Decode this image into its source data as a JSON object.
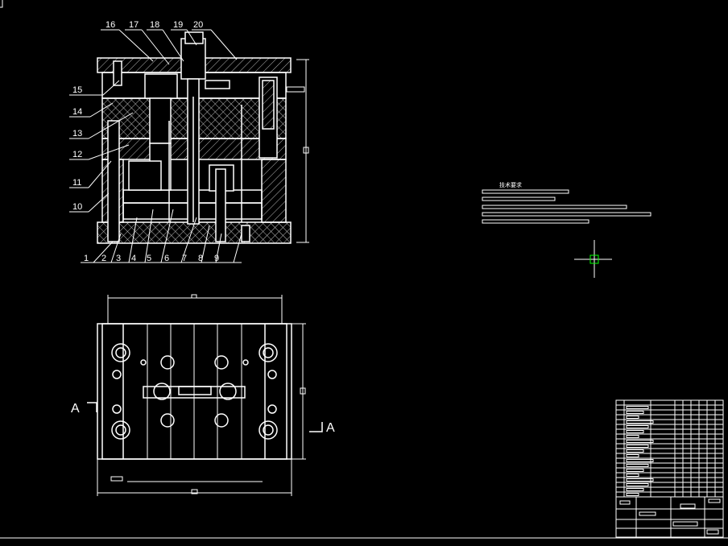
{
  "drawing": {
    "part_numbers_left": [
      "15",
      "14",
      "13",
      "12",
      "11",
      "10"
    ],
    "part_numbers_top": [
      "16",
      "17",
      "18",
      "19",
      "20"
    ],
    "part_numbers_bottom": [
      "1",
      "2",
      "3",
      "4",
      "5",
      "6",
      "7",
      "8",
      "9"
    ],
    "section_marker_left": "A",
    "section_marker_right": "A",
    "notes_title": "技术要求"
  },
  "colors": {
    "background": "#000000",
    "line": "#ffffff",
    "hatch": "#c8c8c8",
    "cursor": "#00ff00"
  }
}
